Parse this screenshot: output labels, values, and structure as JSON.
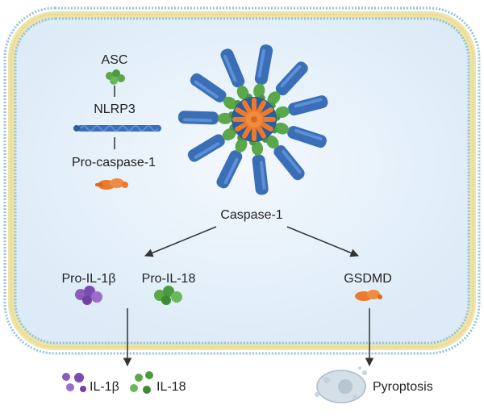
{
  "labels": {
    "asc": "ASC",
    "nlrp3": "NLRP3",
    "pro_caspase1": "Pro-caspase-1",
    "caspase1": "Caspase-1",
    "pro_il1b": "Pro-IL-1β",
    "pro_il18": "Pro-IL-18",
    "gsdmd": "GSDMD",
    "il1b": "IL-1β",
    "il18": "IL-18",
    "pyroptosis": "Pyroptosis"
  },
  "colors": {
    "membrane_outer": "#8fc3dd",
    "membrane_tail": "#efe3a6",
    "cytoplasm": "#e8f2fb",
    "asc_green": "#5aa84a",
    "nlrp3_blue": "#3a6fb8",
    "caspase_orange": "#ec7a2c",
    "il1b_purple": "#8a5cc0",
    "arrow": "#333333"
  },
  "icons": [
    "asc-protein-icon",
    "nlrp3-protein-icon",
    "pro-caspase1-protein-icon",
    "inflammasome-complex-icon",
    "pro-il1b-protein-icon",
    "pro-il18-protein-icon",
    "gsdmd-protein-icon",
    "il1b-icon",
    "il18-icon",
    "pyroptotic-cell-icon"
  ]
}
